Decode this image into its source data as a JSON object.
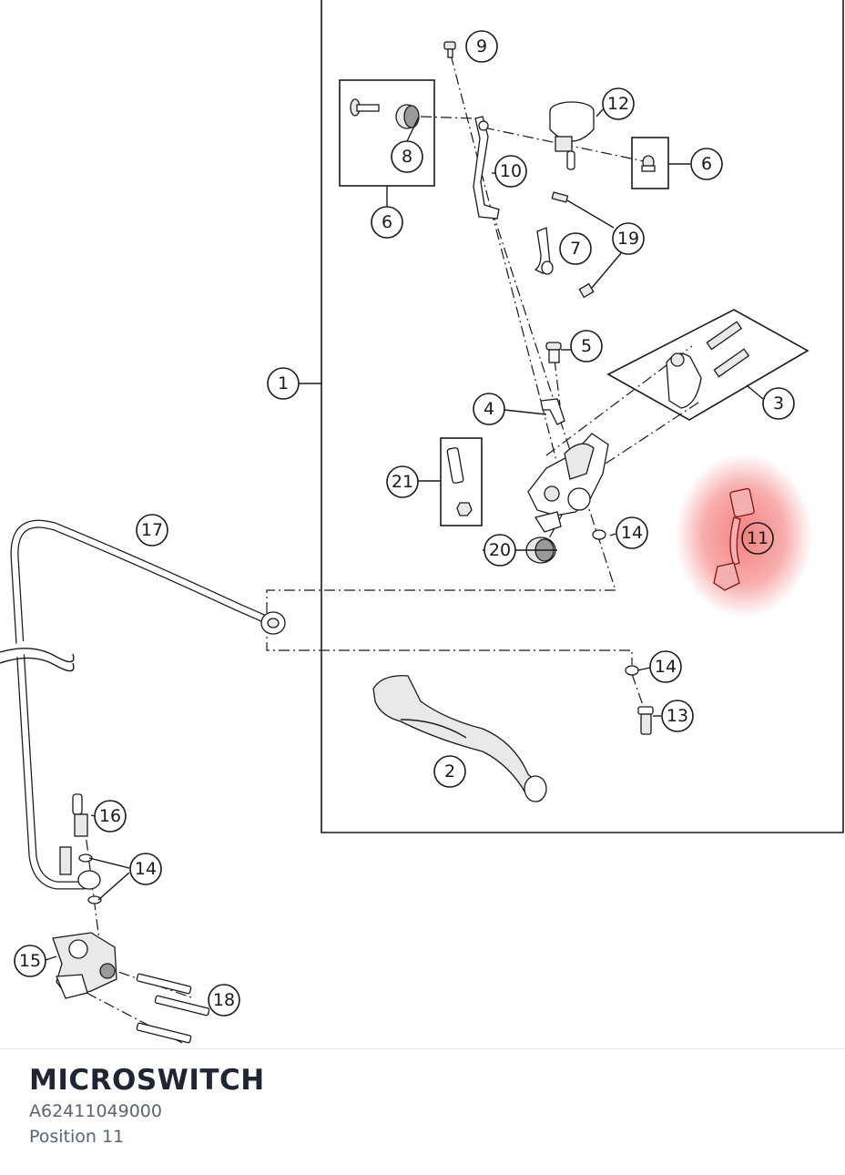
{
  "part": {
    "name": "MICROSWITCH",
    "number": "A62411049000",
    "position": "Position 11"
  },
  "diagram": {
    "highlighted_callout": "11",
    "highlight_color": "#f26a6a",
    "callouts": {
      "c1": "1",
      "c2": "2",
      "c3": "3",
      "c4": "4",
      "c5": "5",
      "c6a": "6",
      "c6b": "6",
      "c7": "7",
      "c8": "8",
      "c9": "9",
      "c10": "10",
      "c11": "11",
      "c12": "12",
      "c13": "13",
      "c14a": "14",
      "c14b": "14",
      "c14c": "14",
      "c15": "15",
      "c16": "16",
      "c17": "17",
      "c18": "18",
      "c19": "19",
      "c20": "20",
      "c21": "21"
    }
  }
}
